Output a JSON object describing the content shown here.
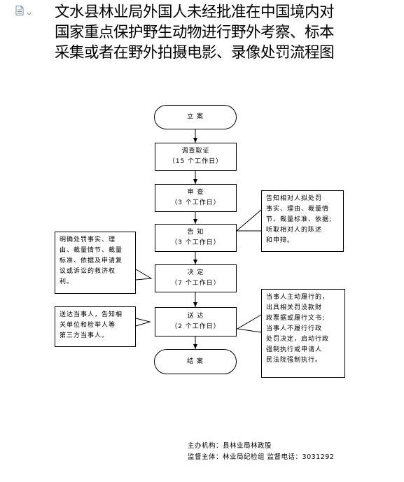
{
  "title_lines": [
    "文水县林业局外国人未经批准在中国境内对",
    "国家重点保护野生动物进行野外考察、标本",
    "采集或者在野外拍摄电影、录像处罚流程图"
  ],
  "icons": {
    "document": "document-icon",
    "dropdown": "chevron-down-icon"
  },
  "flow": {
    "start": "立  案",
    "investigate": {
      "label": "调查取证",
      "days": "（15 个工作日）"
    },
    "review": {
      "label": "审  查",
      "days": "（3 个工作日）"
    },
    "notify": {
      "label": "告  知",
      "days": "（3 个工作日）"
    },
    "decide": {
      "label": "决  定",
      "days": "（7 个工作日）"
    },
    "deliver": {
      "label": "送  达",
      "days": "（2 个工作日）"
    },
    "end": "结  案"
  },
  "notes": {
    "notify_right": [
      "告知相对人拟处罚",
      "事实、理由、裁量情",
      "节、裁量标准、依据;",
      "听取相对人的陈述",
      "和申辩。"
    ],
    "decide_left": [
      "明确处罚事实、理",
      "由、裁量情节、裁量",
      "标准、依据及申请复",
      "议或诉讼的救济权",
      "利。"
    ],
    "deliver_left": [
      "送达当事人，告知相",
      "关单位和检举人等",
      "第三方当事人。"
    ],
    "execute_right": [
      "当事人主动履行的，",
      "出具相关罚没款财",
      "政票据或履行文书;",
      "当事人不履行行政",
      "处罚决定，启动行政",
      "强制执行或申请人",
      "民法院强制执行。"
    ]
  },
  "footer": {
    "organizer": "主办机构：县林业局林政股",
    "supervisor": "监督主体：林业局纪检组  监督电话：3031292"
  }
}
